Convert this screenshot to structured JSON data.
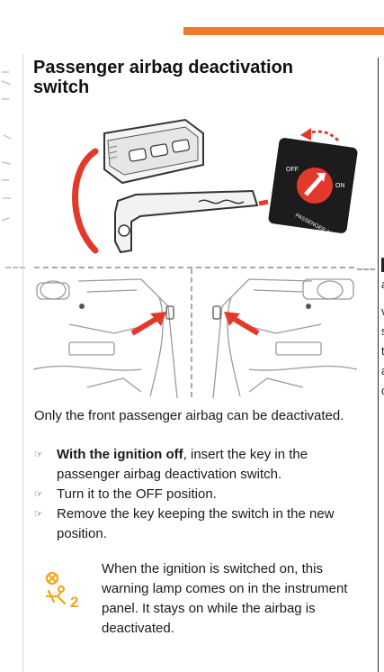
{
  "page": {
    "title": "Passenger airbag deactivation switch",
    "illustration_labels": {
      "off": "OFF",
      "on": "ON",
      "ring": "PASSENGER AIRBAG"
    },
    "intro": "Only the front passenger airbag can be deactivated.",
    "steps": [
      {
        "bold": "With the ignition off",
        "text": ", insert the key in the passenger airbag deactivation switch."
      },
      {
        "bold": "",
        "text": "Turn it to the OFF position."
      },
      {
        "bold": "",
        "text": "Remove the key keeping the switch in the new position."
      }
    ],
    "note": "When the ignition is switched on, this warning lamp comes on in the instrument panel. It stays on while the airbag is deactivated.",
    "warning_lamp_digit": "2",
    "bullet_glyph": "☞",
    "right_edge_glyphs": [
      "a",
      "v",
      "s",
      "t",
      "a",
      "c"
    ]
  },
  "colors": {
    "accent_orange": "#f07b2e",
    "arrow_red": "#e23a2a",
    "warning_amber": "#f2a51a",
    "line_gray": "#9a9a9a"
  },
  "icons": [
    "key-fob-icon",
    "switch-knob-icon",
    "warning-lamp-icon",
    "bullet-hand-icon"
  ]
}
